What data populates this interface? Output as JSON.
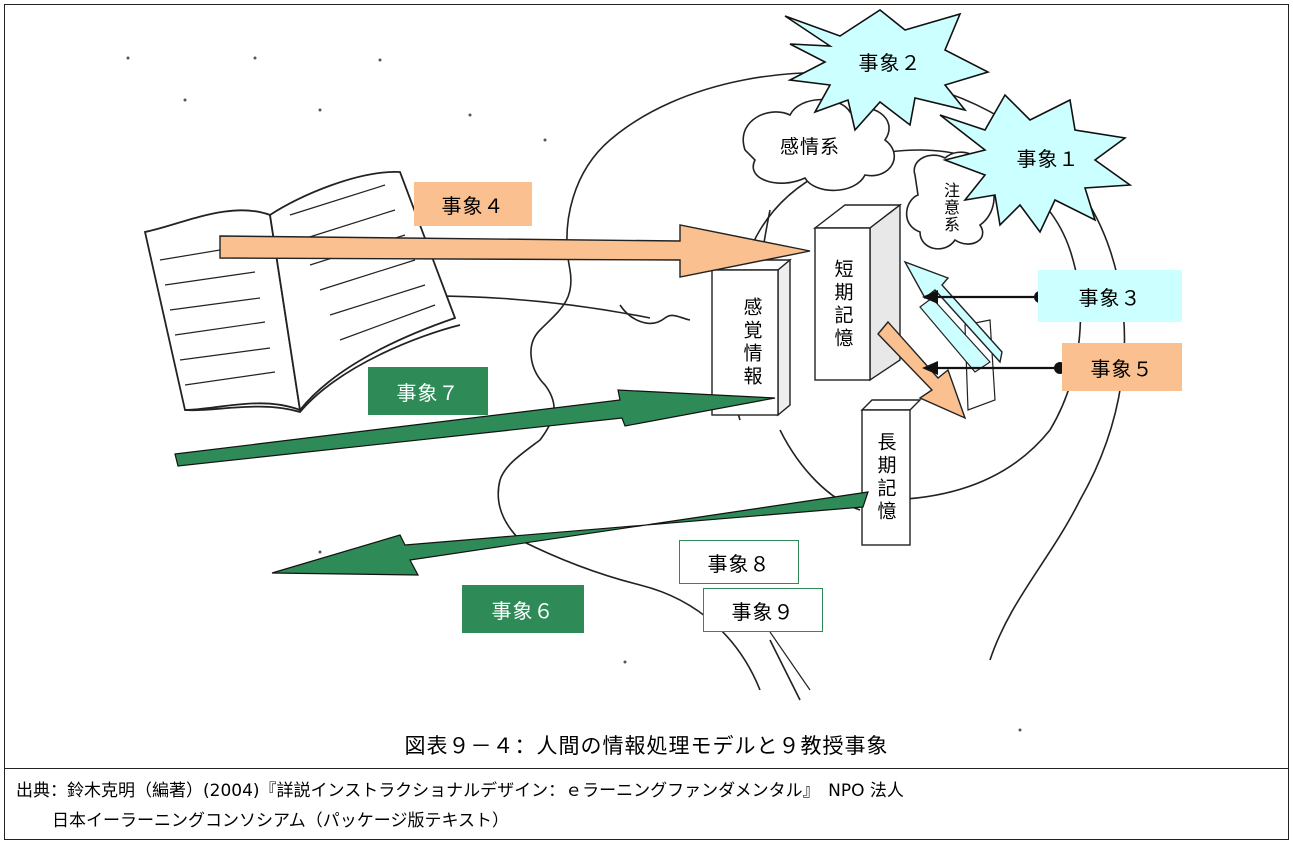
{
  "events": {
    "e1": "事象１",
    "e2": "事象２",
    "e3": "事象３",
    "e4": "事象４",
    "e5": "事象５",
    "e6": "事象６",
    "e7": "事象７",
    "e8": "事象８",
    "e9": "事象９"
  },
  "brain": {
    "emotion": "感情系",
    "attention": "注意系",
    "sensory": "感覚情報",
    "short_term": "短期記憶",
    "long_term": "長期記憶"
  },
  "caption": "図表９－４：人間の情報処理モデルと９教授事象",
  "source": {
    "line1": "出典：鈴木克明（編著）(2004)『詳説インストラクショナルデザイン：ｅラーニングファンダメンタル』　NPO 法人",
    "line2": "日本イーラーニングコンソシアム（パッケージ版テキスト）"
  },
  "colors": {
    "orange": "#fac090",
    "cyan": "#ccffff",
    "green": "#2e8b57"
  }
}
